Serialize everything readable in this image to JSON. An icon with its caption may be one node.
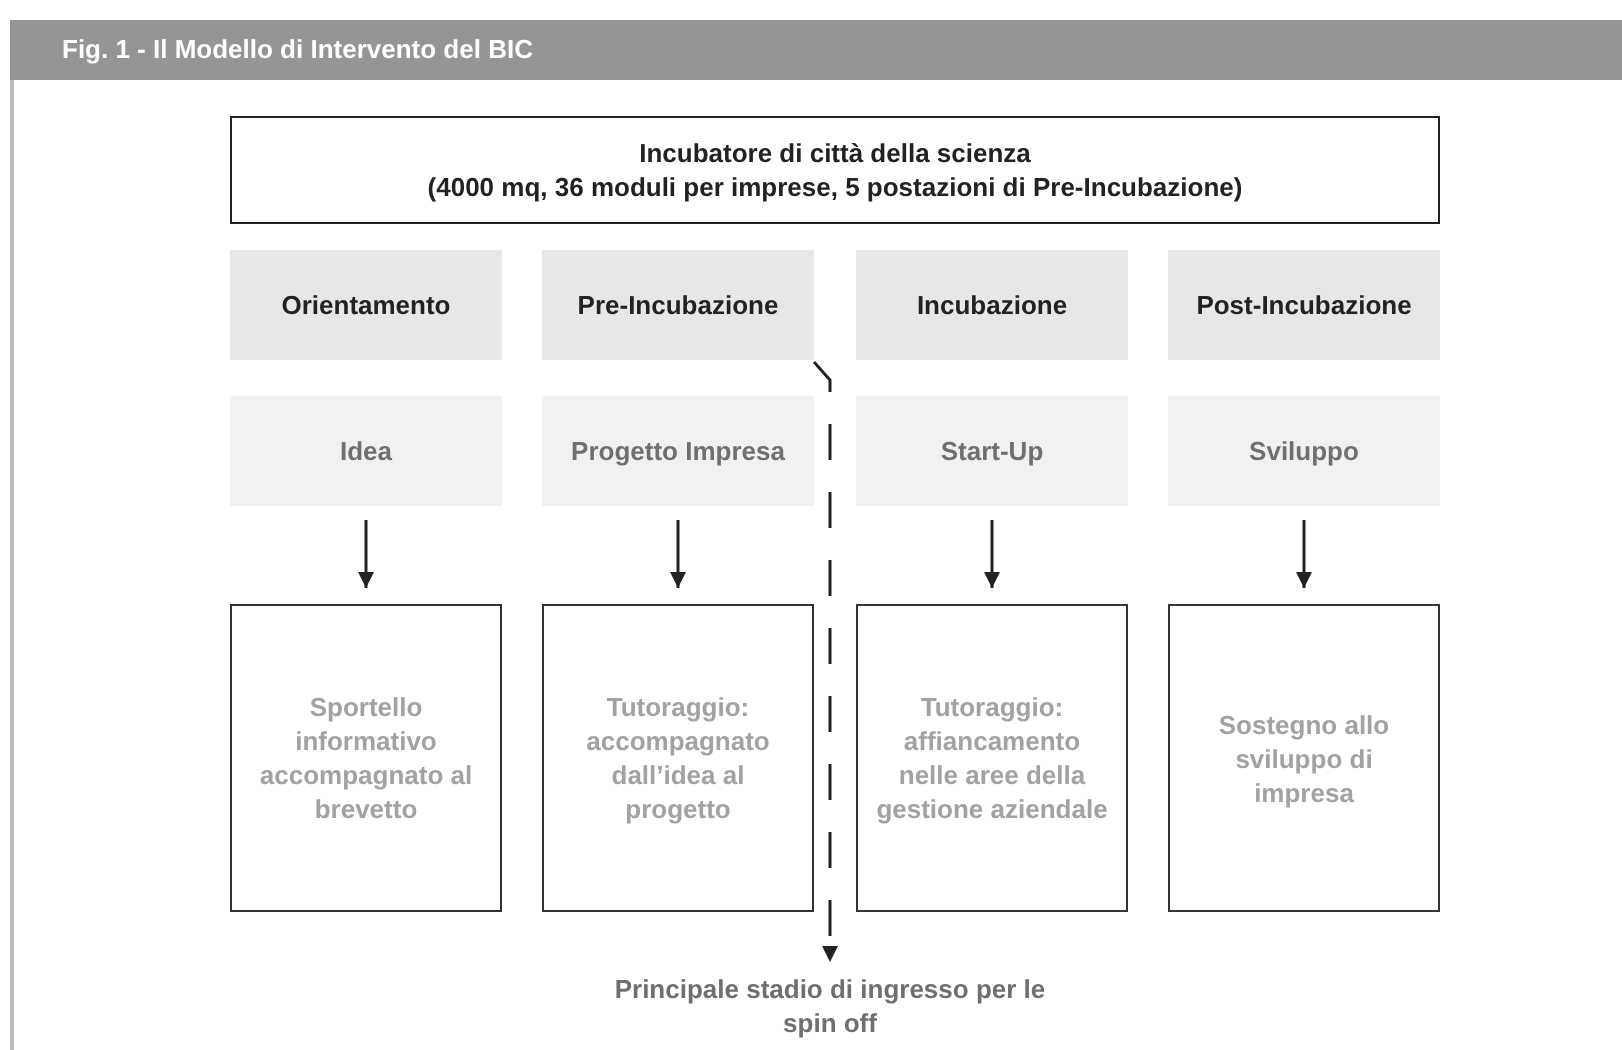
{
  "diagram": {
    "title": "Fig. 1 - Il Modello di Intervento del BIC",
    "nodes": [
      {
        "text": [
          "Incubatore di città della scienza",
          "(4000 mq, 36 moduli per imprese, 5 postazioni di Pre-Incubazione)"
        ]
      },
      {
        "text": [
          "Orientamento"
        ]
      },
      {
        "text": [
          "Pre-Incubazione"
        ]
      },
      {
        "text": [
          "Incubazione"
        ]
      },
      {
        "text": [
          "Post-Incubazione"
        ]
      },
      {
        "text": [
          "Idea"
        ]
      },
      {
        "text": [
          "Progetto Impresa"
        ]
      },
      {
        "text": [
          "Start-Up"
        ]
      },
      {
        "text": [
          "Sviluppo"
        ]
      },
      {
        "text": [
          "Sportello informativo accompagnato al brevetto"
        ]
      },
      {
        "text": [
          "Tutoraggio: accompagnato dall’idea al progetto"
        ]
      },
      {
        "text": [
          "Tutoraggio: affiancamento nelle aree della gestione aziendale"
        ]
      },
      {
        "text": [
          "Sostegno allo sviluppo di impresa"
        ]
      },
      {
        "text": [
          "Principale stadio di ingresso per le spin off"
        ]
      }
    ],
    "edges": [
      {
        "from": 5,
        "to": 9,
        "arrow": "to"
      },
      {
        "from": 6,
        "to": 10,
        "arrow": "to"
      },
      {
        "from": 7,
        "to": 11,
        "arrow": "to"
      },
      {
        "from": 8,
        "to": 12,
        "arrow": "to"
      },
      {
        "from": 2,
        "to": 13,
        "arrow": "to",
        "style": "dashed"
      }
    ]
  }
}
